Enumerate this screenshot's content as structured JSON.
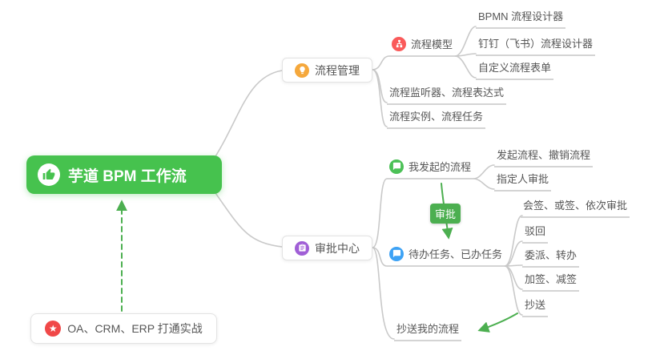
{
  "root": {
    "label": "芋道 BPM 工作流"
  },
  "process": {
    "label": "流程管理",
    "model": {
      "label": "流程模型",
      "children": [
        {
          "label": "BPMN 流程设计器"
        },
        {
          "label": "钉钉（飞书）流程设计器"
        },
        {
          "label": "自定义流程表单"
        }
      ]
    },
    "listener": {
      "label": "流程监听器、流程表达式"
    },
    "instance": {
      "label": "流程实例、流程任务"
    }
  },
  "approval": {
    "label": "审批中心",
    "my_initiated": {
      "label": "我发起的流程",
      "children": [
        {
          "label": "发起流程、撤销流程"
        },
        {
          "label": "指定人审批"
        }
      ]
    },
    "badge": {
      "label": "审批"
    },
    "tasks": {
      "label": "待办任务、已办任务",
      "children": [
        {
          "label": "会签、或签、依次审批"
        },
        {
          "label": "驳回"
        },
        {
          "label": "委派、转办"
        },
        {
          "label": "加签、减签"
        },
        {
          "label": "抄送"
        }
      ]
    },
    "cc_my": {
      "label": "抄送我的流程"
    }
  },
  "integration": {
    "label": "OA、CRM、ERP 打通实战"
  },
  "icons": {
    "star": "★"
  },
  "colors": {
    "root_bg": "#46c24e",
    "arrow_green": "#4caf50",
    "icon_orange": "#f5a83c",
    "icon_red": "#fa5a5a",
    "icon_green": "#4cc157",
    "icon_blue": "#3da2f5",
    "icon_purple": "#a05fd6",
    "icon_star_red": "#f04848",
    "edge_gray": "#c9c9c9"
  }
}
